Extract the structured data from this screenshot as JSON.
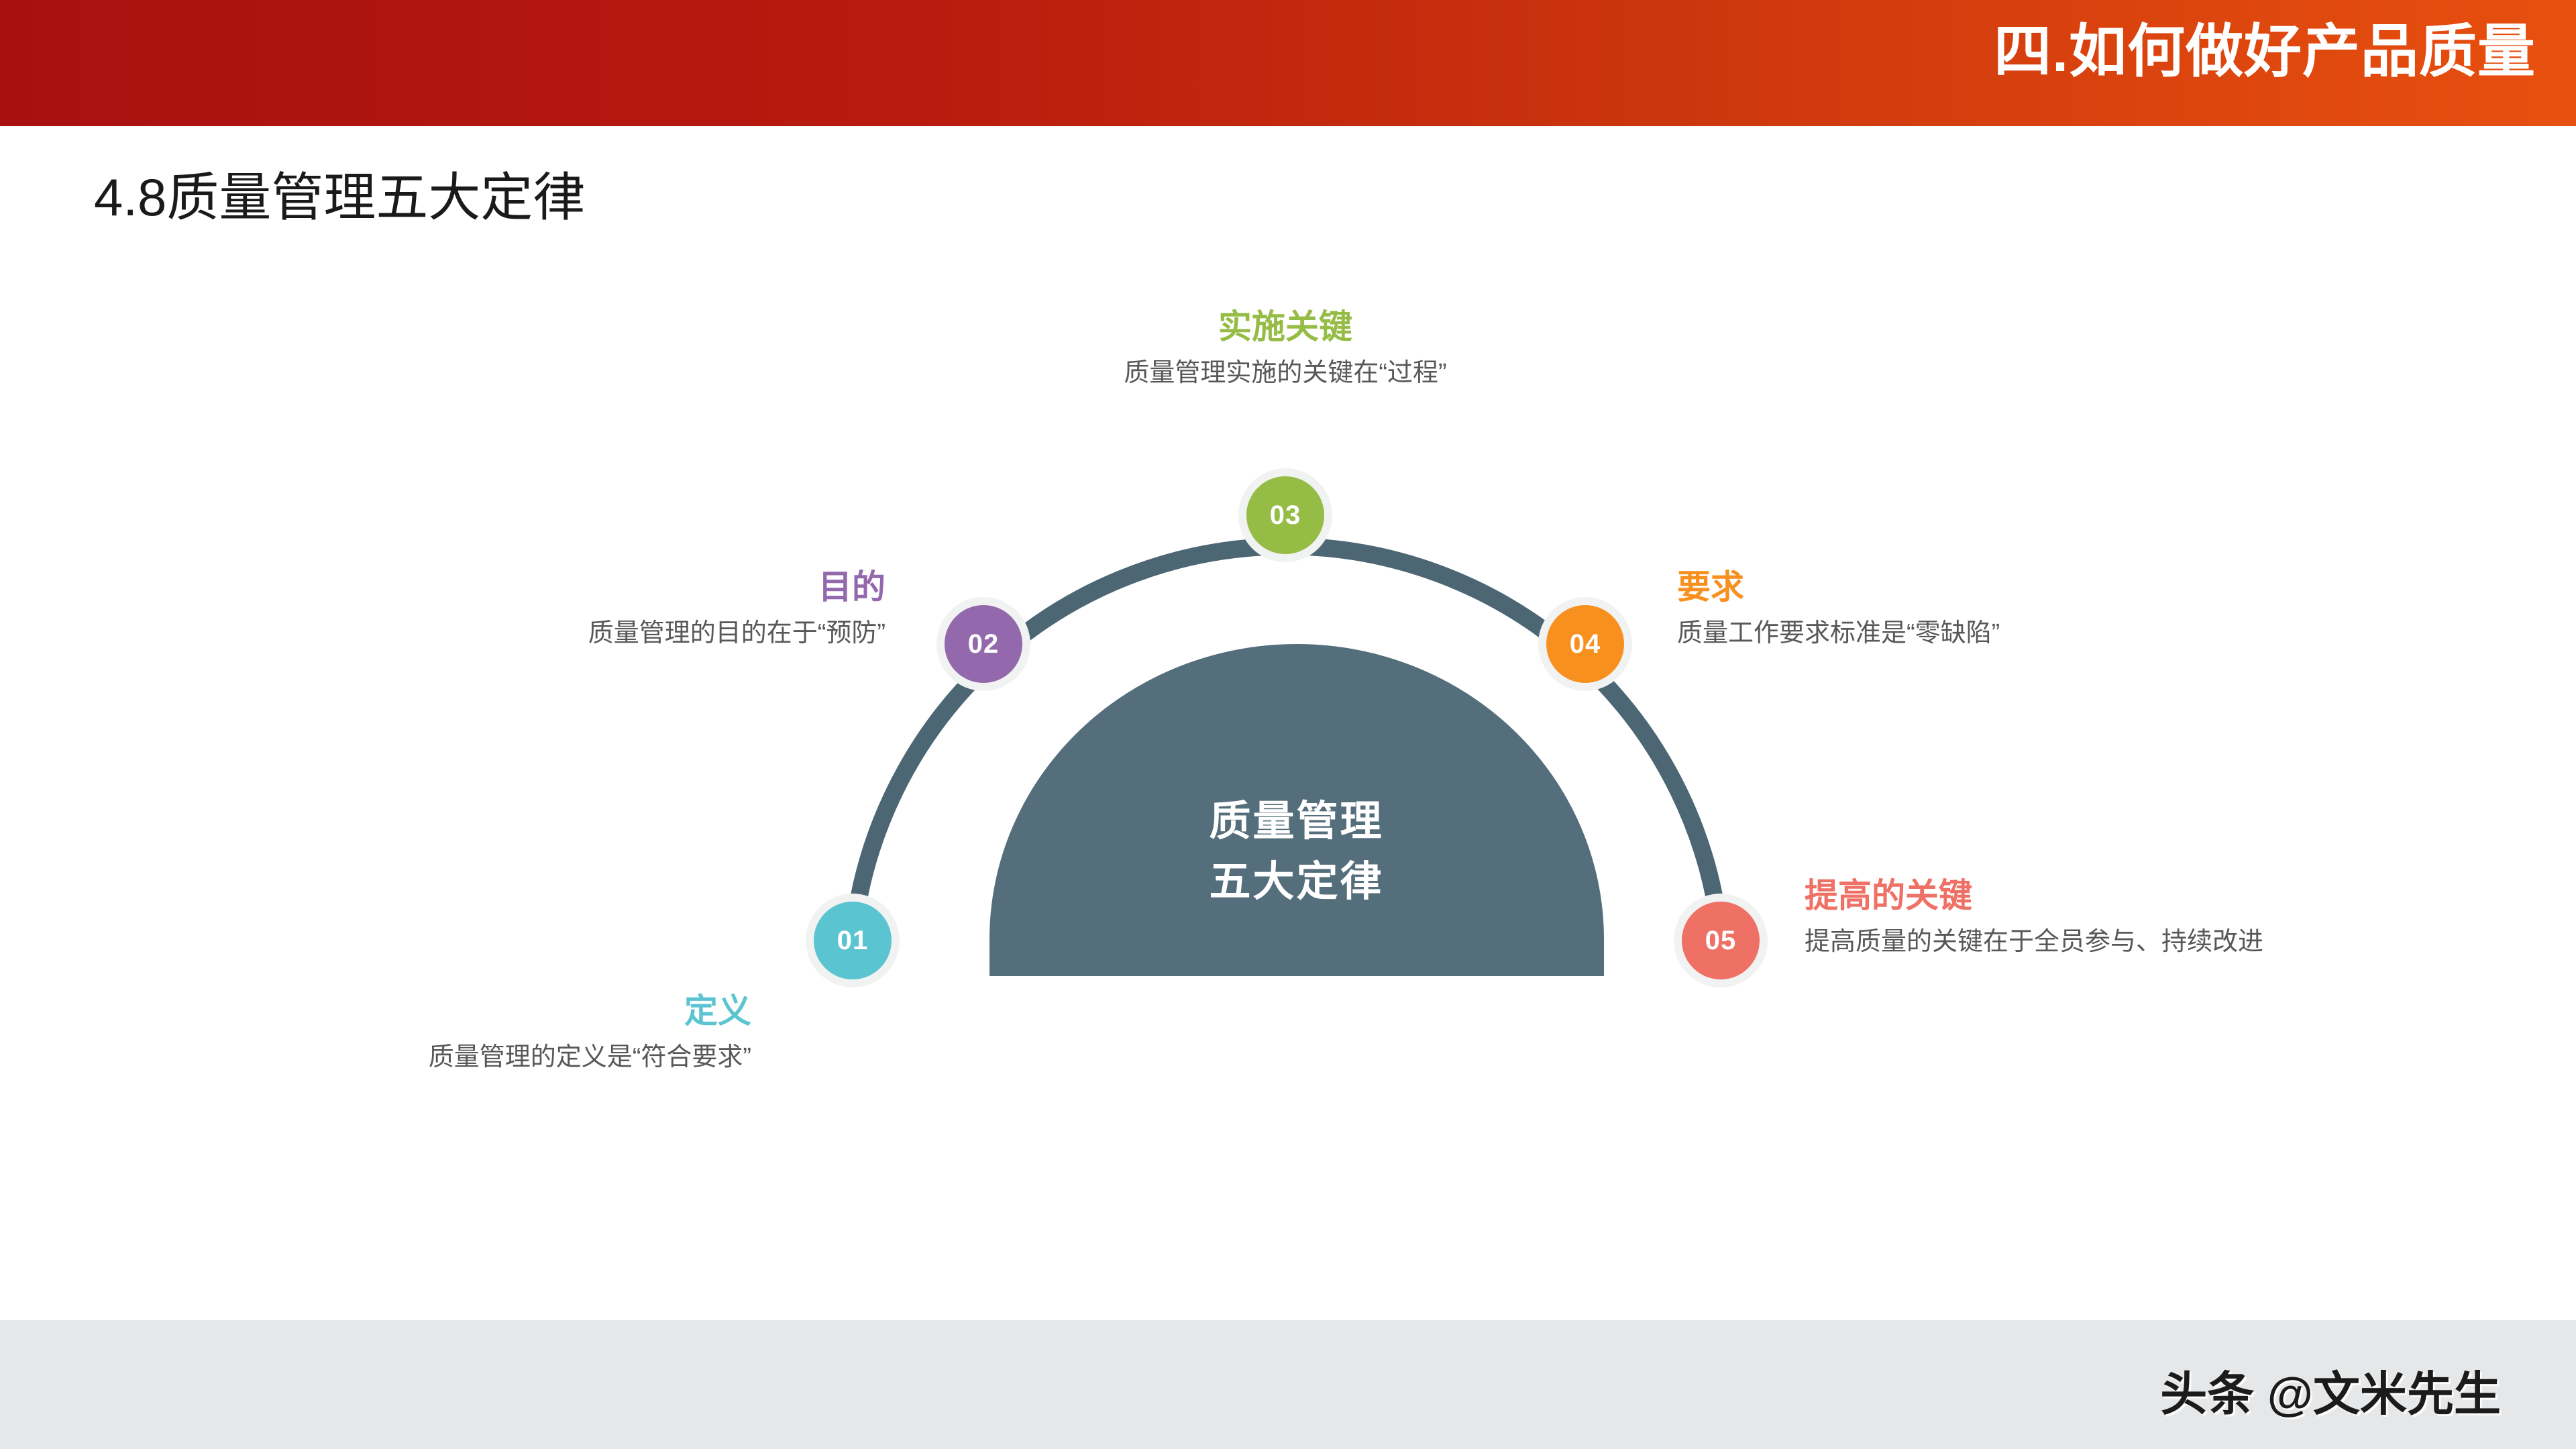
{
  "header": {
    "title": "四.如何做好产品质量",
    "gradient_from": "#a81010",
    "gradient_to": "#e8500f"
  },
  "slide": {
    "title": "4.8质量管理五大定律"
  },
  "diagram": {
    "type": "semicircle-arc-process",
    "arc_color": "#4c6674",
    "ring_color": "#f1f2f2",
    "dome_color": "#546e7b",
    "center": {
      "line1": "质量管理",
      "line2": "五大定律"
    },
    "nodes": [
      {
        "number": "01",
        "title": "定义",
        "desc": "质量管理的定义是“符合要求”",
        "color": "#5bc4d1",
        "align": "right"
      },
      {
        "number": "02",
        "title": "目的",
        "desc": "质量管理的目的在于“预防”",
        "color": "#9468ad",
        "align": "right"
      },
      {
        "number": "03",
        "title": "实施关键",
        "desc": "质量管理实施的关键在“过程”",
        "color": "#95bc45",
        "align": "center"
      },
      {
        "number": "04",
        "title": "要求",
        "desc": "质量工作要求标准是“零缺陷”",
        "color": "#f7901e",
        "align": "left"
      },
      {
        "number": "05",
        "title": "提高的关键",
        "desc": "提高质量的关键在于全员参与、持续改进",
        "color": "#ef7065",
        "align": "left"
      }
    ]
  },
  "footer": {
    "watermark": "头条 @文米先生",
    "band_color": "#e6e7e8"
  }
}
